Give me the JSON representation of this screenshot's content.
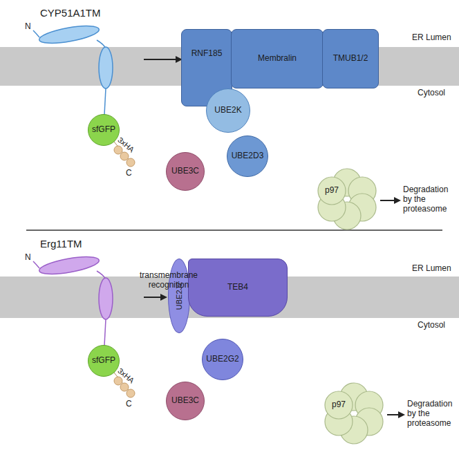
{
  "diagram": {
    "nodes": [
      {
        "text": [
          "sfGFP"
        ]
      },
      {
        "text": [
          "RNF185"
        ]
      },
      {
        "text": [
          "Membralin"
        ]
      },
      {
        "text": [
          "TMUB1/2"
        ]
      },
      {
        "text": [
          "UBE2K"
        ]
      },
      {
        "text": [
          "UBE2D3"
        ]
      },
      {
        "text": [
          "UBE3C"
        ]
      },
      {
        "text": [
          "p97"
        ]
      },
      {
        "text": [
          "sfGFP"
        ]
      },
      {
        "text": [
          "UBE2J2"
        ]
      },
      {
        "text": [
          "TEB4"
        ]
      },
      {
        "text": [
          "UBE2G2"
        ]
      },
      {
        "text": [
          "UBE3C"
        ]
      },
      {
        "text": [
          "p97"
        ]
      }
    ],
    "labels": [
      "CYP51A1TM",
      "ER Lumen",
      "Cytosol",
      "N",
      "3xHA",
      "C",
      "Degradation by the proteasome",
      "Erg11TM",
      "ER Lumen",
      "Cytosol",
      "N",
      "transmembrane recognition",
      "3xHA",
      "C",
      "Degradation by the proteasome"
    ]
  }
}
